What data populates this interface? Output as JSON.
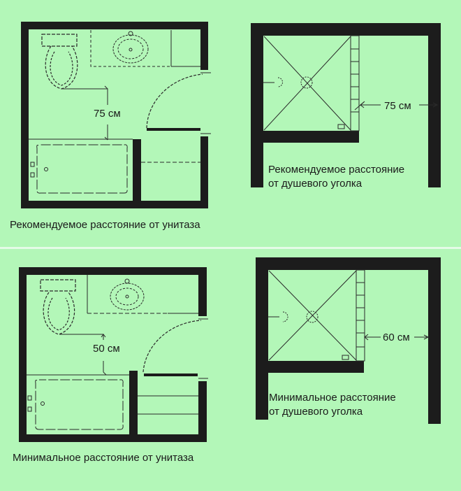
{
  "colors": {
    "background": "#b3f7b8",
    "wall": "#1c1c1c",
    "line": "#2a2a2a",
    "separator": "#e4fbe6"
  },
  "panels": {
    "top": {
      "toilet_plan": {
        "dimension_label": "75 см",
        "caption": "Рекомендуемое расстояние от унитаза",
        "fixtures": [
          "toilet-icon",
          "sink-icon",
          "bathtub-icon",
          "door-swing-icon"
        ]
      },
      "shower_plan": {
        "dimension_label": "75 см",
        "caption_line1": "Рекомендуемое расстояние",
        "caption_line2": "от душевого уголка",
        "fixtures": [
          "shower-tray-icon",
          "shower-head-icon",
          "towel-rail-icon"
        ]
      }
    },
    "bottom": {
      "toilet_plan": {
        "dimension_label": "50 см",
        "caption": "Минимальное расстояние от унитаза",
        "fixtures": [
          "toilet-icon",
          "sink-icon",
          "bathtub-icon",
          "door-swing-icon"
        ]
      },
      "shower_plan": {
        "dimension_label": "60 см",
        "caption_line1": "Минимальное расстояние",
        "caption_line2": "от душевого уголка",
        "fixtures": [
          "shower-tray-icon",
          "shower-head-icon",
          "towel-rail-icon"
        ]
      }
    }
  }
}
